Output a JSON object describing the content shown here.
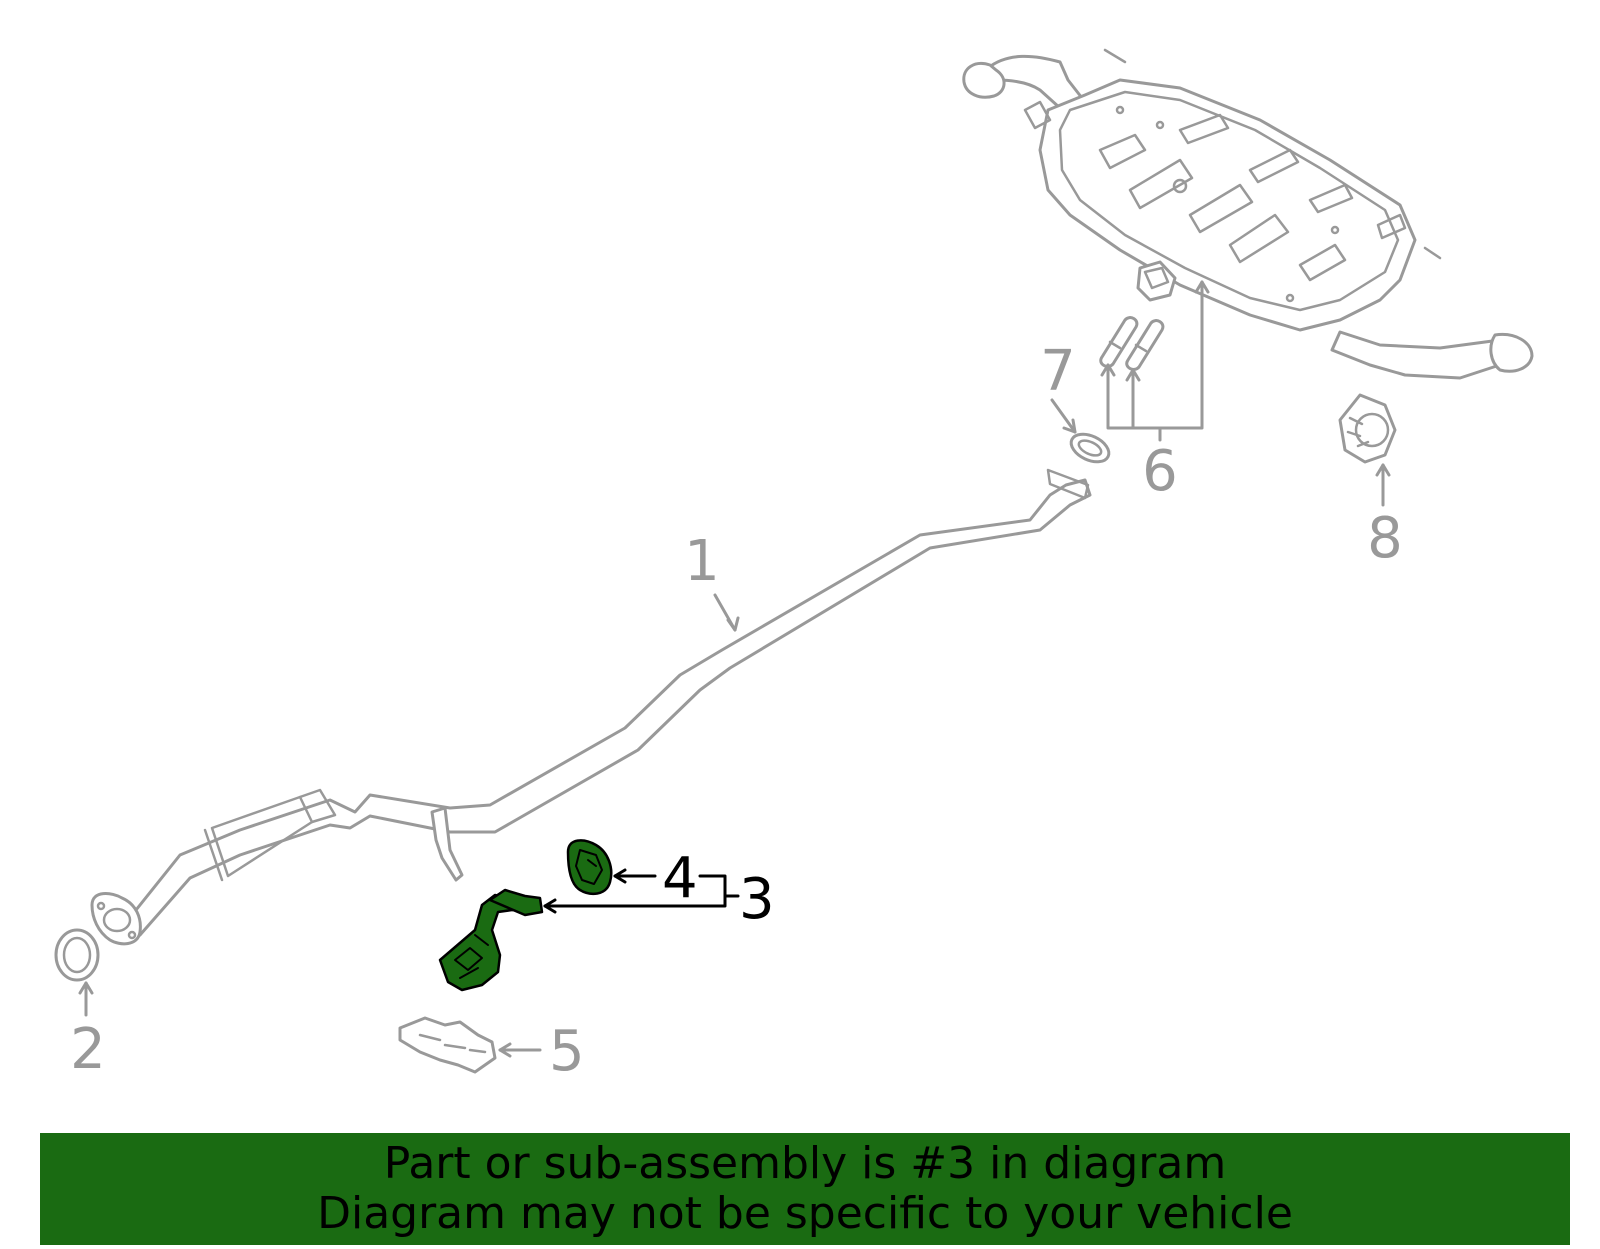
{
  "callouts": {
    "c1": "1",
    "c2": "2",
    "c3": "3",
    "c4": "4",
    "c5": "5",
    "c6": "6",
    "c7": "7",
    "c8": "8"
  },
  "highlight": {
    "part_number": "3",
    "color": "#1a6b12",
    "outline_color": "#000000"
  },
  "part_color": "#999999",
  "banner": {
    "line1": "Part or sub-assembly is #3 in diagram",
    "line2": "Diagram may not be specific to your vehicle",
    "background": "#1a6b12"
  }
}
